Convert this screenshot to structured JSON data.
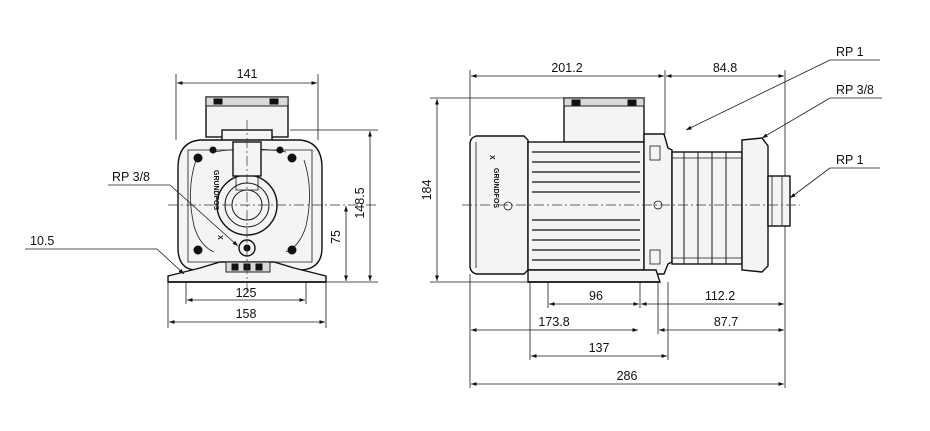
{
  "brand": "GRUNDFOS",
  "brand_mark": "X",
  "front_view": {
    "dims": {
      "width_top": "141",
      "height_total": "148.5",
      "shaft_height": "75",
      "foot_bolts": "125",
      "foot_width": "158",
      "foot_thickness": "10.5"
    },
    "labels": {
      "drain_port": "RP 3/8"
    }
  },
  "side_view": {
    "dims": {
      "motor_length": "201.2",
      "pump_length": "84.8",
      "height": "184",
      "foot_span": "96",
      "foot_to_end": "112.2",
      "length_173": "173.8",
      "length_87": "87.7",
      "length_137": "137",
      "overall_length": "286"
    },
    "labels": {
      "outlet": "RP 1",
      "vent": "RP 3/8",
      "inlet": "RP 1"
    }
  }
}
